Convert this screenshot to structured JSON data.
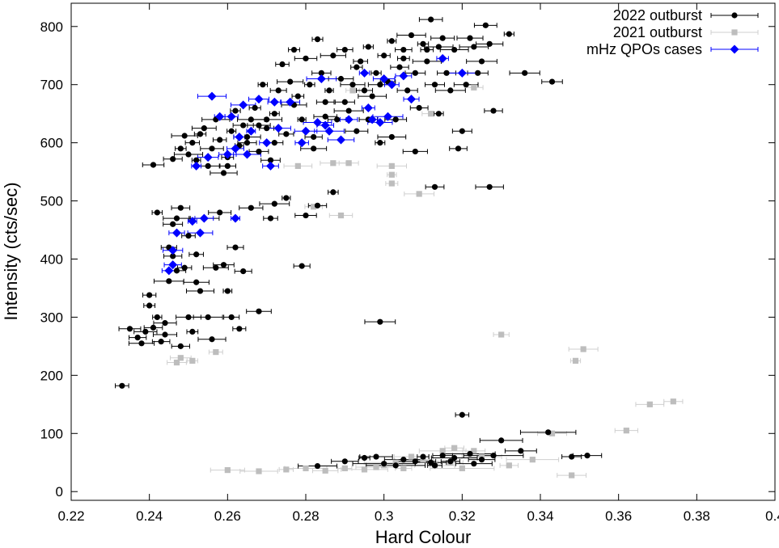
{
  "chart_data": {
    "type": "scatter",
    "xlabel": "Hard Colour",
    "ylabel": "Intensity (cts/sec)",
    "xlim": [
      0.22,
      0.4
    ],
    "ylim": [
      -15,
      840
    ],
    "x_ticks": [
      0.22,
      0.24,
      0.26,
      0.28,
      0.3,
      0.32,
      0.34,
      0.36,
      0.38,
      0.4
    ],
    "x_tick_labels": [
      "0.22",
      "0.24",
      "0.26",
      "0.28",
      "0.3",
      "0.32",
      "0.34",
      "0.36",
      "0.38",
      "0.4"
    ],
    "y_ticks": [
      0,
      100,
      200,
      300,
      400,
      500,
      600,
      700,
      800
    ],
    "y_tick_labels": [
      "0",
      "100",
      "200",
      "300",
      "400",
      "500",
      "600",
      "700",
      "800"
    ],
    "grid": false,
    "legend_position": "top-right",
    "series": [
      {
        "name": "2022 outburst",
        "color": "#000000",
        "marker": "circle",
        "points": [
          [
            0.233,
            182
          ],
          [
            0.235,
            280
          ],
          [
            0.237,
            265
          ],
          [
            0.238,
            255
          ],
          [
            0.239,
            275
          ],
          [
            0.24,
            320
          ],
          [
            0.24,
            338
          ],
          [
            0.241,
            282
          ],
          [
            0.242,
            480
          ],
          [
            0.242,
            300
          ],
          [
            0.243,
            258
          ],
          [
            0.244,
            270
          ],
          [
            0.244,
            290
          ],
          [
            0.245,
            362
          ],
          [
            0.245,
            420
          ],
          [
            0.246,
            405
          ],
          [
            0.246,
            460
          ],
          [
            0.247,
            380
          ],
          [
            0.247,
            470
          ],
          [
            0.248,
            488
          ],
          [
            0.248,
            250
          ],
          [
            0.249,
            385
          ],
          [
            0.25,
            440
          ],
          [
            0.25,
            300
          ],
          [
            0.251,
            275
          ],
          [
            0.252,
            408
          ],
          [
            0.252,
            360
          ],
          [
            0.253,
            345
          ],
          [
            0.254,
            470
          ],
          [
            0.255,
            300
          ],
          [
            0.256,
            262
          ],
          [
            0.257,
            385
          ],
          [
            0.258,
            480
          ],
          [
            0.259,
            390
          ],
          [
            0.26,
            345
          ],
          [
            0.261,
            300
          ],
          [
            0.262,
            420
          ],
          [
            0.263,
            280
          ],
          [
            0.264,
            379
          ],
          [
            0.266,
            488
          ],
          [
            0.268,
            310
          ],
          [
            0.271,
            470
          ],
          [
            0.272,
            495
          ],
          [
            0.275,
            505
          ],
          [
            0.279,
            388
          ],
          [
            0.28,
            475
          ],
          [
            0.283,
            492
          ],
          [
            0.287,
            515
          ],
          [
            0.299,
            292
          ],
          [
            0.313,
            524
          ],
          [
            0.327,
            524
          ],
          [
            0.241,
            562
          ],
          [
            0.246,
            572
          ],
          [
            0.248,
            590
          ],
          [
            0.249,
            612
          ],
          [
            0.25,
            580
          ],
          [
            0.251,
            600
          ],
          [
            0.252,
            570
          ],
          [
            0.253,
            615
          ],
          [
            0.254,
            625
          ],
          [
            0.255,
            560
          ],
          [
            0.256,
            590
          ],
          [
            0.257,
            640
          ],
          [
            0.258,
            605
          ],
          [
            0.259,
            548
          ],
          [
            0.26,
            575
          ],
          [
            0.261,
            620
          ],
          [
            0.262,
            655
          ],
          [
            0.263,
            595
          ],
          [
            0.264,
            630
          ],
          [
            0.265,
            610
          ],
          [
            0.266,
            640
          ],
          [
            0.267,
            660
          ],
          [
            0.268,
            585
          ],
          [
            0.269,
            700
          ],
          [
            0.27,
            625
          ],
          [
            0.271,
            570
          ],
          [
            0.272,
            650
          ],
          [
            0.273,
            690
          ],
          [
            0.274,
            735
          ],
          [
            0.275,
            615
          ],
          [
            0.276,
            705
          ],
          [
            0.277,
            760
          ],
          [
            0.278,
            680
          ],
          [
            0.279,
            640
          ],
          [
            0.28,
            745
          ],
          [
            0.281,
            700
          ],
          [
            0.282,
            610
          ],
          [
            0.283,
            778
          ],
          [
            0.284,
            720
          ],
          [
            0.285,
            670
          ],
          [
            0.286,
            690
          ],
          [
            0.287,
            750
          ],
          [
            0.288,
            640
          ],
          [
            0.289,
            710
          ],
          [
            0.29,
            760
          ],
          [
            0.291,
            655
          ],
          [
            0.292,
            700
          ],
          [
            0.293,
            620
          ],
          [
            0.294,
            740
          ],
          [
            0.295,
            690
          ],
          [
            0.296,
            765
          ],
          [
            0.297,
            680
          ],
          [
            0.298,
            720
          ],
          [
            0.299,
            600
          ],
          [
            0.3,
            750
          ],
          [
            0.301,
            705
          ],
          [
            0.302,
            775
          ],
          [
            0.303,
            640
          ],
          [
            0.304,
            730
          ],
          [
            0.305,
            760
          ],
          [
            0.306,
            690
          ],
          [
            0.307,
            785
          ],
          [
            0.308,
            720
          ],
          [
            0.309,
            660
          ],
          [
            0.31,
            770
          ],
          [
            0.311,
            740
          ],
          [
            0.312,
            812
          ],
          [
            0.313,
            700
          ],
          [
            0.314,
            765
          ],
          [
            0.315,
            780
          ],
          [
            0.316,
            720
          ],
          [
            0.317,
            690
          ],
          [
            0.318,
            760
          ],
          [
            0.319,
            590
          ],
          [
            0.32,
            620
          ],
          [
            0.321,
            700
          ],
          [
            0.322,
            780
          ],
          [
            0.323,
            765
          ],
          [
            0.324,
            720
          ],
          [
            0.325,
            740
          ],
          [
            0.326,
            802
          ],
          [
            0.327,
            770
          ],
          [
            0.328,
            655
          ],
          [
            0.332,
            787
          ],
          [
            0.336,
            720
          ],
          [
            0.343,
            705
          ],
          [
            0.268,
            630
          ],
          [
            0.272,
            600
          ],
          [
            0.277,
            665
          ],
          [
            0.282,
            590
          ],
          [
            0.29,
            670
          ],
          [
            0.296,
            640
          ],
          [
            0.302,
            610
          ],
          [
            0.308,
            585
          ],
          [
            0.314,
            650
          ],
          [
            0.26,
            560
          ],
          [
            0.265,
            600
          ],
          [
            0.27,
            640
          ],
          [
            0.285,
            645
          ],
          [
            0.293,
            730
          ],
          [
            0.299,
            700
          ],
          [
            0.305,
            745
          ],
          [
            0.311,
            760
          ],
          [
            0.283,
            44
          ],
          [
            0.29,
            52
          ],
          [
            0.295,
            58
          ],
          [
            0.3,
            48
          ],
          [
            0.305,
            55
          ],
          [
            0.31,
            60
          ],
          [
            0.312,
            50
          ],
          [
            0.315,
            62
          ],
          [
            0.318,
            58
          ],
          [
            0.32,
            132
          ],
          [
            0.322,
            65
          ],
          [
            0.325,
            55
          ],
          [
            0.328,
            62
          ],
          [
            0.33,
            88
          ],
          [
            0.335,
            70
          ],
          [
            0.342,
            102
          ],
          [
            0.348,
            60
          ],
          [
            0.352,
            62
          ],
          [
            0.298,
            60
          ],
          [
            0.303,
            45
          ],
          [
            0.308,
            52
          ],
          [
            0.313,
            45
          ],
          [
            0.317,
            52
          ],
          [
            0.323,
            48
          ]
        ]
      },
      {
        "name": "2021 outburst",
        "color": "#bdbdbd",
        "marker": "square",
        "points": [
          [
            0.247,
            222
          ],
          [
            0.248,
            230
          ],
          [
            0.251,
            225
          ],
          [
            0.257,
            240
          ],
          [
            0.26,
            37
          ],
          [
            0.268,
            35
          ],
          [
            0.275,
            38
          ],
          [
            0.278,
            560
          ],
          [
            0.28,
            40
          ],
          [
            0.282,
            490
          ],
          [
            0.285,
            36
          ],
          [
            0.287,
            565
          ],
          [
            0.289,
            475
          ],
          [
            0.29,
            40
          ],
          [
            0.291,
            565
          ],
          [
            0.292,
            690
          ],
          [
            0.295,
            38
          ],
          [
            0.297,
            640
          ],
          [
            0.298,
            42
          ],
          [
            0.3,
            45
          ],
          [
            0.302,
            530
          ],
          [
            0.302,
            545
          ],
          [
            0.302,
            560
          ],
          [
            0.303,
            50
          ],
          [
            0.305,
            40
          ],
          [
            0.307,
            60
          ],
          [
            0.309,
            512
          ],
          [
            0.31,
            55
          ],
          [
            0.312,
            650
          ],
          [
            0.313,
            45
          ],
          [
            0.315,
            70
          ],
          [
            0.317,
            50
          ],
          [
            0.318,
            75
          ],
          [
            0.32,
            40
          ],
          [
            0.323,
            695
          ],
          [
            0.323,
            70
          ],
          [
            0.325,
            60
          ],
          [
            0.33,
            270
          ],
          [
            0.332,
            45
          ],
          [
            0.338,
            55
          ],
          [
            0.343,
            100
          ],
          [
            0.348,
            28
          ],
          [
            0.349,
            225
          ],
          [
            0.351,
            245
          ],
          [
            0.362,
            105
          ],
          [
            0.368,
            150
          ],
          [
            0.374,
            155
          ]
        ]
      },
      {
        "name": "mHz QPOs cases",
        "color": "#0000ff",
        "marker": "diamond",
        "points": [
          [
            0.245,
            380
          ],
          [
            0.246,
            390
          ],
          [
            0.246,
            415
          ],
          [
            0.247,
            445
          ],
          [
            0.251,
            465
          ],
          [
            0.252,
            560
          ],
          [
            0.253,
            445
          ],
          [
            0.254,
            470
          ],
          [
            0.255,
            575
          ],
          [
            0.256,
            680
          ],
          [
            0.258,
            645
          ],
          [
            0.26,
            580
          ],
          [
            0.261,
            645
          ],
          [
            0.262,
            590
          ],
          [
            0.262,
            470
          ],
          [
            0.263,
            610
          ],
          [
            0.264,
            665
          ],
          [
            0.265,
            580
          ],
          [
            0.266,
            620
          ],
          [
            0.268,
            675
          ],
          [
            0.27,
            600
          ],
          [
            0.271,
            560
          ],
          [
            0.272,
            670
          ],
          [
            0.273,
            625
          ],
          [
            0.276,
            670
          ],
          [
            0.279,
            600
          ],
          [
            0.28,
            620
          ],
          [
            0.283,
            635
          ],
          [
            0.284,
            710
          ],
          [
            0.285,
            630
          ],
          [
            0.286,
            620
          ],
          [
            0.289,
            605
          ],
          [
            0.291,
            640
          ],
          [
            0.295,
            720
          ],
          [
            0.296,
            660
          ],
          [
            0.297,
            640
          ],
          [
            0.299,
            635
          ],
          [
            0.3,
            710
          ],
          [
            0.301,
            645
          ],
          [
            0.302,
            700
          ],
          [
            0.305,
            715
          ],
          [
            0.307,
            675
          ],
          [
            0.315,
            745
          ],
          [
            0.32,
            720
          ]
        ]
      }
    ]
  }
}
